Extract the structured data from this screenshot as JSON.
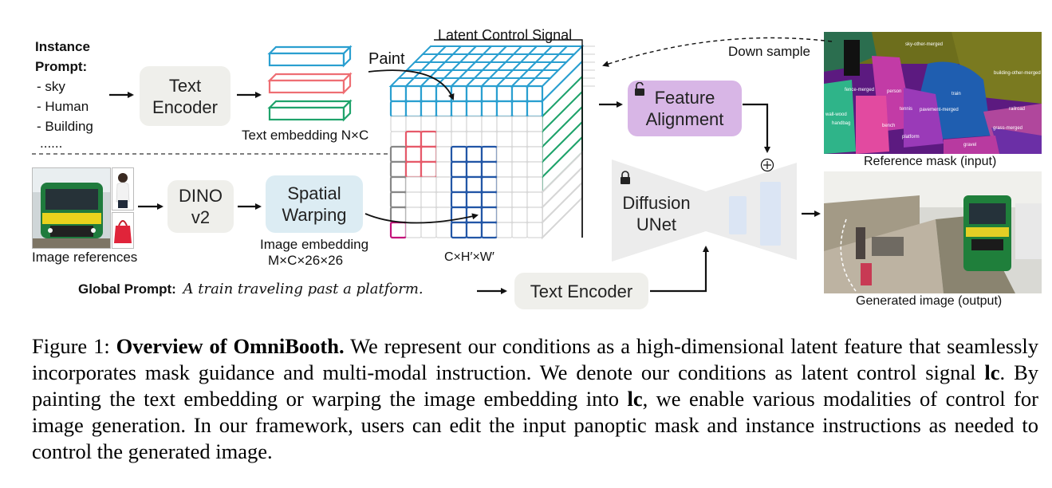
{
  "instance_prompt": {
    "title_line1": "Instance",
    "title_line2": "Prompt:",
    "items": [
      "- sky",
      "- Human",
      "- Building",
      "......"
    ]
  },
  "text_encoder_label": "Text\nEncoder",
  "text_embedding_label": "Text embedding N×C",
  "paint_label": "Paint",
  "latent_control_signal_label": "Latent Control Signal",
  "latent_dims_label": "C×H′×W′",
  "dino_label": "DINO\nv2",
  "spatial_warping_label": "Spatial\nWarping",
  "image_embedding_label_line1": "Image embedding",
  "image_embedding_label_line2": "M×C×26×26",
  "image_references_label": "Image references",
  "feature_alignment_label": "Feature\nAlignment",
  "down_sample_label": "Down sample",
  "diffusion_unet_label": "Diffusion\nUNet",
  "reference_mask_label": "Reference mask (input)",
  "generated_image_label": "Generated image (output)",
  "global_prompt": {
    "label": "Global Prompt:",
    "text": "A train traveling past a platform."
  },
  "global_text_encoder_label": "Text Encoder",
  "mask_segments": [
    "sky-other-merged",
    "building-other-merged",
    "train",
    "railroad",
    "fence-merged",
    "person",
    "wall-wood",
    "handbag",
    "bench",
    "platform",
    "pavement-merged",
    "grass-merged",
    "gravel",
    "tennis"
  ],
  "caption": {
    "figure_label": "Figure 1:",
    "title": "Overview of OmniBooth.",
    "text_1": "We represent our conditions as a high-dimensional latent feature that seamlessly incorporates mask guidance and multi-modal instruction. We denote our conditions as latent control signal",
    "symbol_1": "lc",
    "text_2": ". By painting the text embedding or warping the image embedding into",
    "symbol_2": "lc",
    "text_3": ", we enable various modalities of control for image generation. In our framework, users can edit the input panoptic mask and instance instructions as needed to control the generated image."
  },
  "colors": {
    "text_embed_blue": "#2a9fd0",
    "text_embed_red": "#ee6e73",
    "text_embed_green": "#1fa36b",
    "image_embed_navy": "#2256a6",
    "image_embed_pink": "#e65a6a",
    "image_embed_magenta": "#c4137a",
    "feature_alignment_fill": "#d8b6e6"
  }
}
